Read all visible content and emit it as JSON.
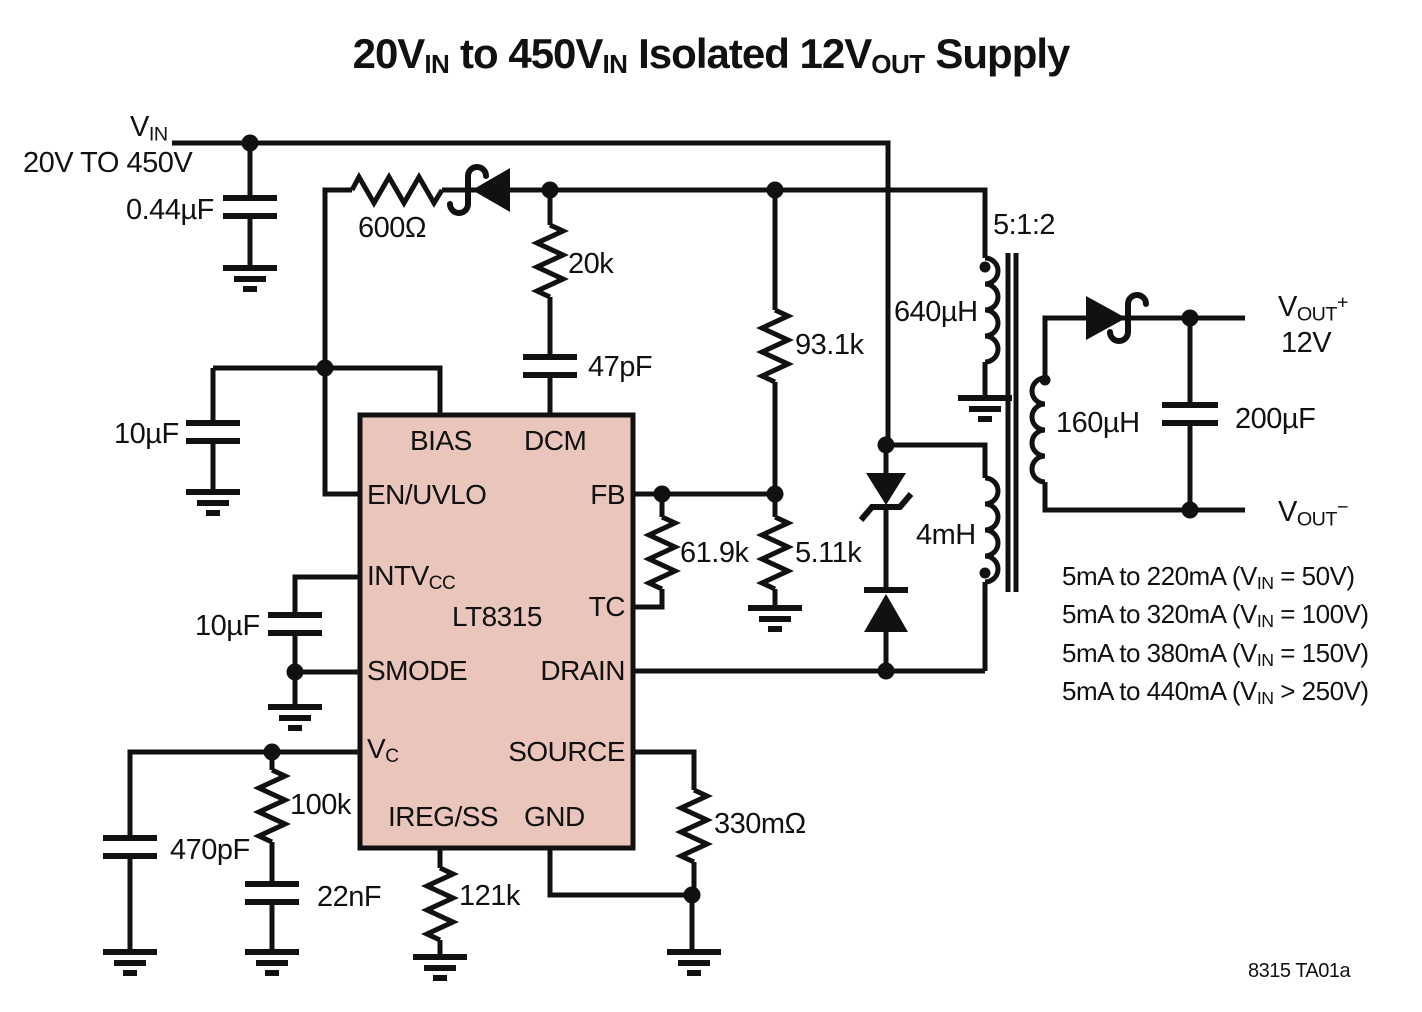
{
  "title": {
    "p1": "20V",
    "s1": "IN",
    "p2": " to 450V",
    "s2": "IN",
    "p3": " Isolated 12V",
    "s3": "OUT",
    "p4": " Supply"
  },
  "input": {
    "v_main": "V",
    "v_sub": "IN",
    "range": "20V TO 450V"
  },
  "components": {
    "cin": "0.44µF",
    "rbias": "600Ω",
    "rdcm": "20k",
    "cdcm": "47pF",
    "rfbu": "93.1k",
    "cbias": "10µF",
    "cvcc": "10µF",
    "rtc": "61.9k",
    "rfbl": "5.11k",
    "ratio": "5:1:2",
    "lbias": "640µH",
    "lpri": "4mH",
    "lsec": "160µH",
    "cout": "200µF",
    "rcomp": "100k",
    "cvc": "470pF",
    "ccomp": "22nF",
    "rireg": "121k",
    "rsense": "330mΩ"
  },
  "ic": {
    "part": "LT8315",
    "pins": {
      "bias": "BIAS",
      "dcm": "DCM",
      "en_uvlo": "EN/UVLO",
      "fb": "FB",
      "intvcc_main": "INTV",
      "intvcc_sub": "CC",
      "tc": "TC",
      "smode": "SMODE",
      "drain": "DRAIN",
      "vc_main": "V",
      "vc_sub": "C",
      "source": "SOURCE",
      "iregss": "IREG/SS",
      "gnd": "GND"
    }
  },
  "output": {
    "plus_main": "V",
    "plus_sub": "OUT",
    "plus_sign": "+",
    "voltage": "12V",
    "minus_main": "V",
    "minus_sub": "OUT",
    "minus_sign": "−"
  },
  "output_currents": [
    {
      "pre": "5mA to 220mA (V",
      "sub": "IN",
      "post": " = 50V)"
    },
    {
      "pre": "5mA to 320mA (V",
      "sub": "IN",
      "post": " = 100V)"
    },
    {
      "pre": "5mA to 380mA (V",
      "sub": "IN",
      "post": " = 150V)"
    },
    {
      "pre": "5mA to 440mA (V",
      "sub": "IN",
      "post": " > 250V)"
    }
  ],
  "footer": {
    "fig_id": "8315 TA01a"
  },
  "colors": {
    "ic_fill": "#e9c5bc",
    "line": "#111111"
  }
}
